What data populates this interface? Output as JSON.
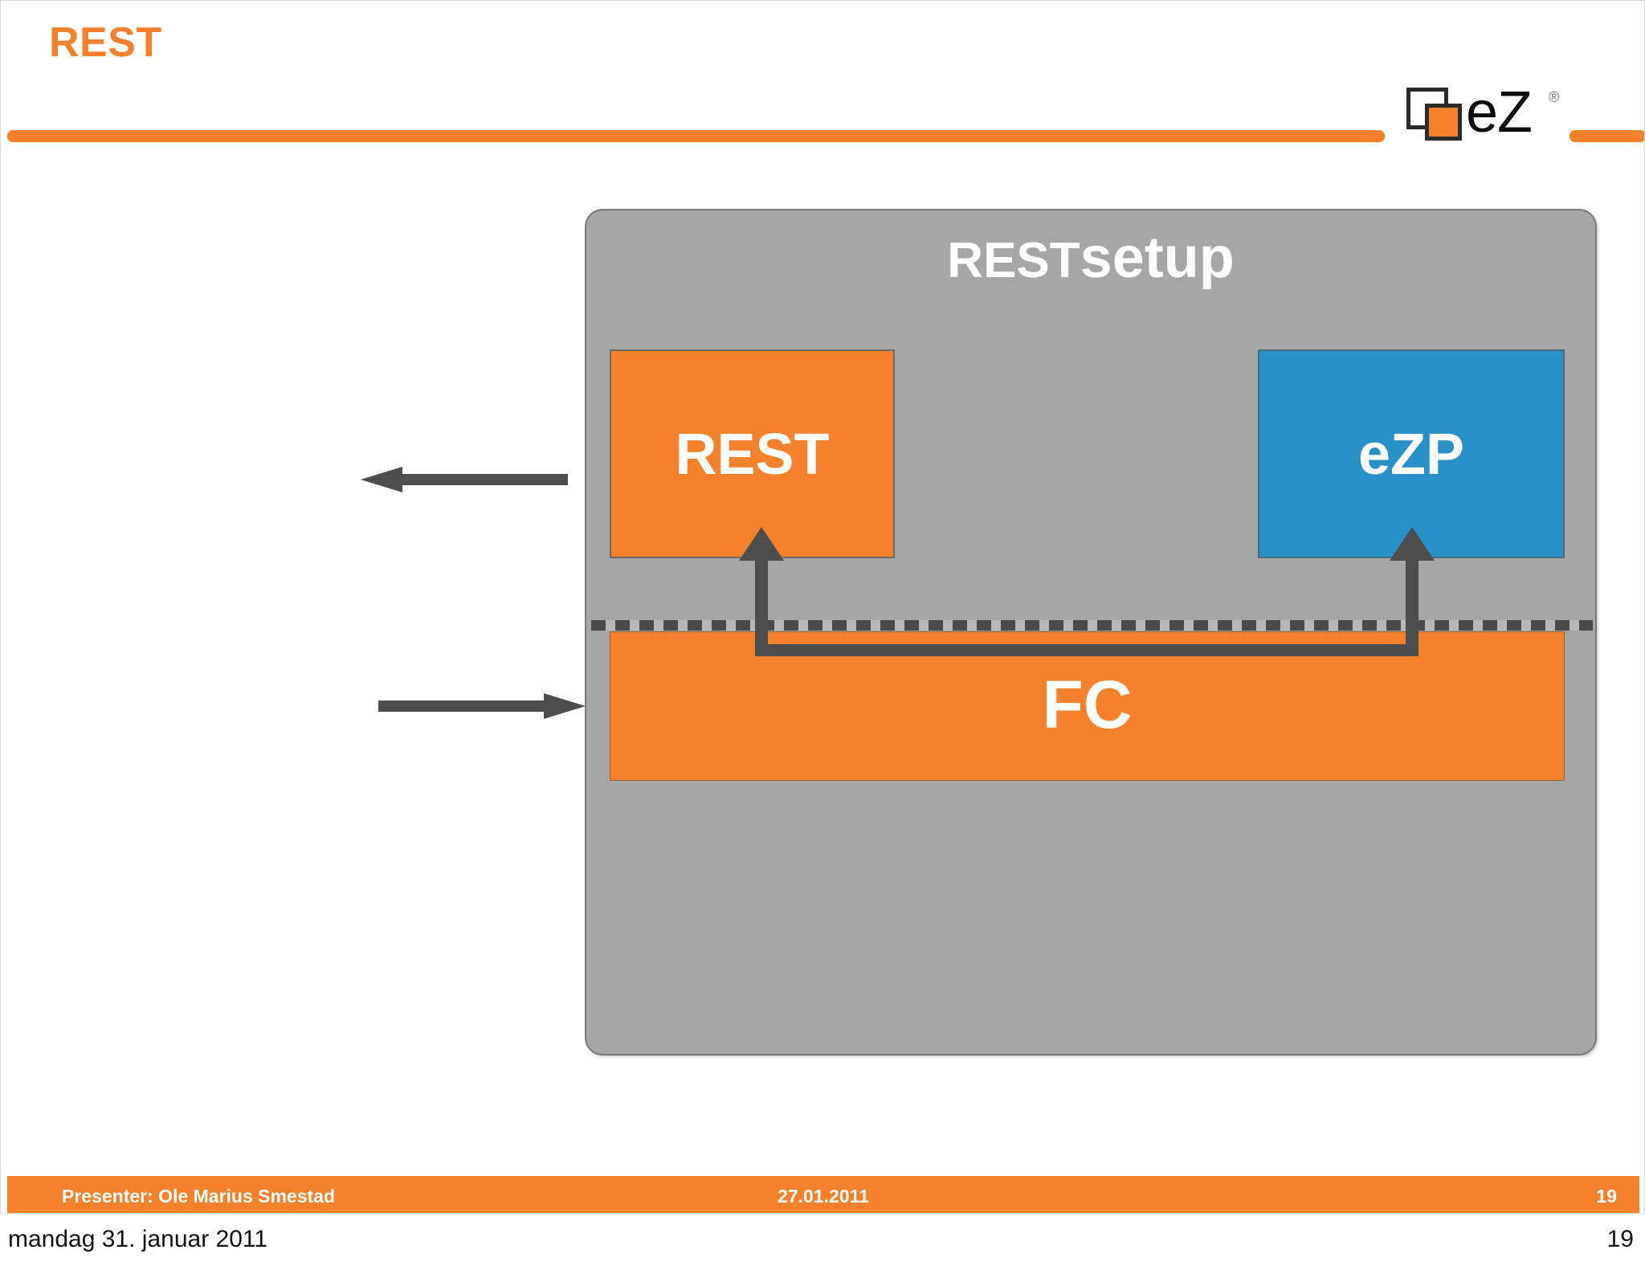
{
  "slide": {
    "title": "REST",
    "accent_color": "#F4812C",
    "logo": {
      "text": "eZ",
      "trademark": "®"
    }
  },
  "diagram": {
    "panel_title_part1": "REST",
    "panel_title_part2": "setup",
    "panel_color": "#A6A6A6",
    "boxes": [
      {
        "label": "REST",
        "color": "#F4812C"
      },
      {
        "label": "eZP",
        "color": "#2A91C8"
      },
      {
        "label": "FC",
        "color": "#F4812C"
      }
    ],
    "arrows": [
      {
        "name": "outbound-arrow",
        "direction": "left"
      },
      {
        "name": "inbound-arrow",
        "direction": "right"
      },
      {
        "name": "fc-to-rest-arrow",
        "direction": "up"
      },
      {
        "name": "fc-to-ezp-arrow",
        "direction": "up"
      }
    ]
  },
  "footer": {
    "presenter": "Presenter: Ole Marius Smestad",
    "date": "27.01.2011",
    "slide_number": "19"
  },
  "status": {
    "date": "mandag 31. januar 2011",
    "page": "19"
  }
}
